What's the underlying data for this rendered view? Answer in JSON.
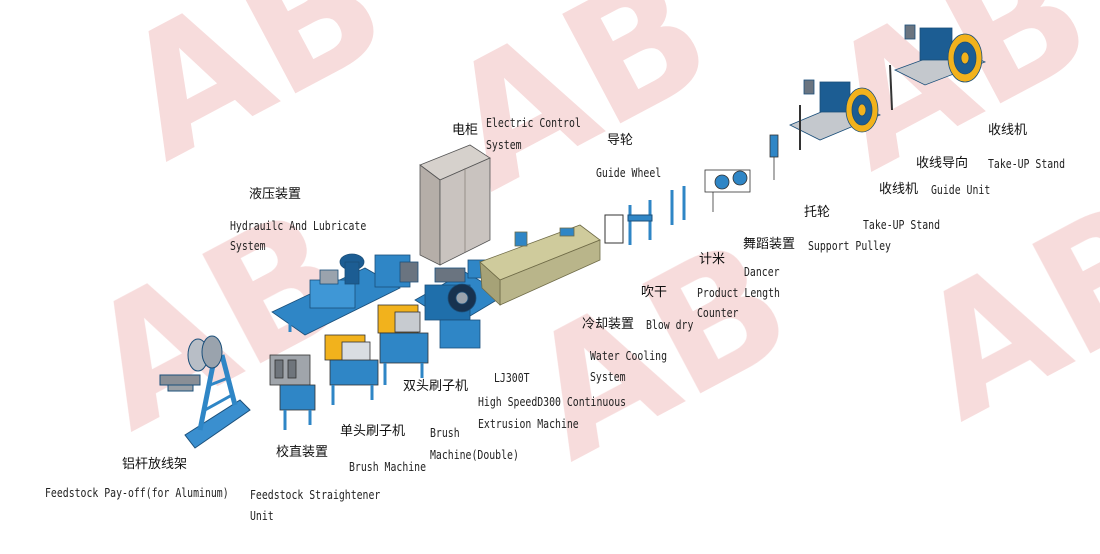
{
  "colors": {
    "machine_blue": "#2f86c6",
    "machine_dark": "#1c5d93",
    "frame_grey": "#8a8f96",
    "cabinet": "#c9c3bf",
    "tank": "#b9b58a",
    "yellow": "#f2b21c",
    "watermark": "#f4d3d3"
  },
  "watermark": {
    "text": "AB",
    "count": 6
  },
  "labels": {
    "payoff_cn": "铝杆放线架",
    "payoff_en": "Feedstock Pay-off(for Aluminum)",
    "straightener_cn": "校直装置",
    "straightener_en_1": "Feedstock Straightener",
    "straightener_en_2": "Unit",
    "brush_single_cn": "单头刷子机",
    "brush_single_en": "Brush Machine",
    "brush_double_cn": "双头刷子机",
    "brush_double_en_1": "Brush",
    "brush_double_en_2": "Machine(Double)",
    "extruder_model": "LJ300T",
    "extruder_en_1": "High SpeedD300 Continuous",
    "extruder_en_2": "Extrusion Machine",
    "hydraulic_cn": "液压装置",
    "hydraulic_en_1": "Hydrauilc And Lubricate",
    "hydraulic_en_2": "System",
    "electric_cn": "电柜",
    "electric_en_1": "Electric Control",
    "electric_en_2": "System",
    "cooling_cn": "冷却装置",
    "cooling_en_1": "Water Cooling",
    "cooling_en_2": "System",
    "blowdry_cn": "吹干",
    "blowdry_en": "Blow dry",
    "guide_wheel_cn": "导轮",
    "guide_wheel_en": "Guide Wheel",
    "counter_cn": "计米",
    "counter_en_1": "Product Length",
    "counter_en_2": "Counter",
    "dancer_cn": "舞蹈装置",
    "dancer_en": "Dancer",
    "pulley_cn": "托轮",
    "pulley_en": "Support Pulley",
    "takeup1_cn": "收线机",
    "takeup1_en": "Take-UP Stand",
    "guide_unit_cn": "收线导向",
    "guide_unit_en": "Guide Unit",
    "takeup2_cn": "收线机",
    "takeup2_en": "Take-UP Stand"
  }
}
